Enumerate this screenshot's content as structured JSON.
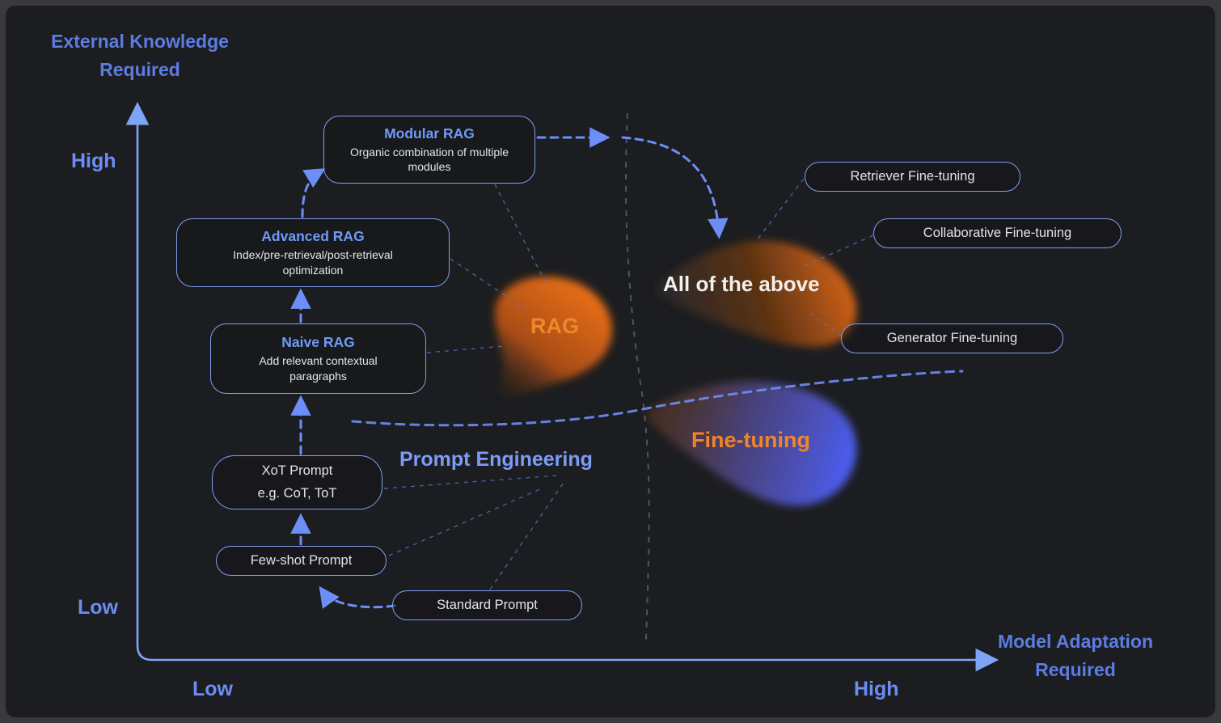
{
  "colors": {
    "background": "#1c1d20",
    "frame": "#3a3a3e",
    "axis_blue": "#7fa3f7",
    "title_blue": "#5d7ce2",
    "accent_blue": "#6e8ef7",
    "node_border_blue": "#7e9ff0",
    "node_title_blue": "#6f9bfa",
    "region_orange": "#f0862c",
    "blob_orange": "#d96413",
    "blob_blue": "#4a5ef5",
    "text_light": "#e4e6eb"
  },
  "axes": {
    "y_title_line1": "External Knowledge",
    "y_title_line2": "Required",
    "y_high": "High",
    "y_low": "Low",
    "x_title_line1": "Model Adaptation",
    "x_title_line2": "Required",
    "x_low": "Low",
    "x_high": "High"
  },
  "nodes": {
    "modular_rag": {
      "title": "Modular RAG",
      "subtitle": "Organic combination of multiple modules"
    },
    "advanced_rag": {
      "title": "Advanced RAG",
      "subtitle": "Index/pre-retrieval/post-retrieval optimization"
    },
    "naive_rag": {
      "title": "Naive RAG",
      "subtitle": "Add relevant contextual paragraphs"
    },
    "xot_prompt": {
      "line1": "XoT Prompt",
      "line2": "e.g. CoT, ToT"
    },
    "few_shot_prompt": {
      "label": "Few-shot Prompt"
    },
    "standard_prompt": {
      "label": "Standard Prompt"
    },
    "retriever_fine_tuning": {
      "label": "Retriever Fine-tuning"
    },
    "collaborative_fine_tuning": {
      "label": "Collaborative Fine-tuning"
    },
    "generator_fine_tuning": {
      "label": "Generator Fine-tuning"
    }
  },
  "regions": {
    "rag": "RAG",
    "all_of_the_above": "All of the above",
    "fine_tuning": "Fine-tuning",
    "prompt_engineering": "Prompt Engineering"
  }
}
